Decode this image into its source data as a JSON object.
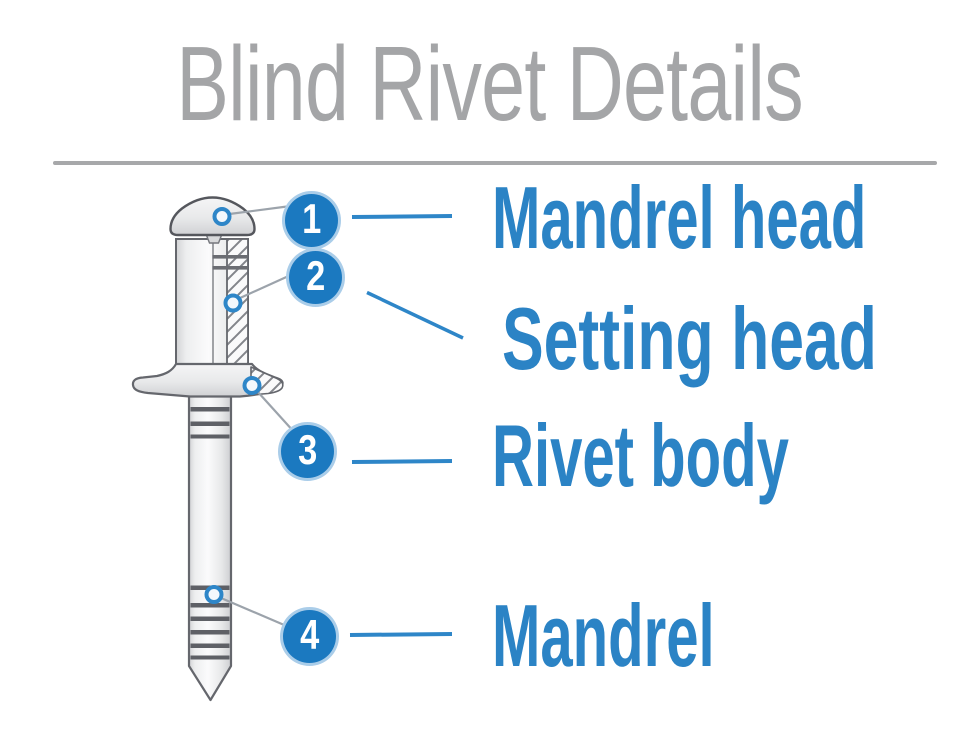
{
  "title": "Blind Rivet Details",
  "diagram": {
    "description": "Cutaway illustration of a blind rivet with numbered callouts",
    "callouts": [
      {
        "number": "1",
        "label": "Mandrel head"
      },
      {
        "number": "2",
        "label": "Setting head"
      },
      {
        "number": "3",
        "label": "Rivet body"
      },
      {
        "number": "4",
        "label": "Mandrel"
      }
    ]
  },
  "colors": {
    "label_blue": "#2B83C5",
    "badge_blue": "#1B79C0",
    "badge_ring_blue": "#AACDE9",
    "leader_line_blue": "#2E86C8",
    "title_gray": "#A4A5A7",
    "separator_gray": "#A7A8AA",
    "connector_gray": "#9CA3AB",
    "metal_outline_gray": "#65676D",
    "metal_highlight": "#FBFBFC",
    "metal_shadow": "#CFD0D3"
  }
}
